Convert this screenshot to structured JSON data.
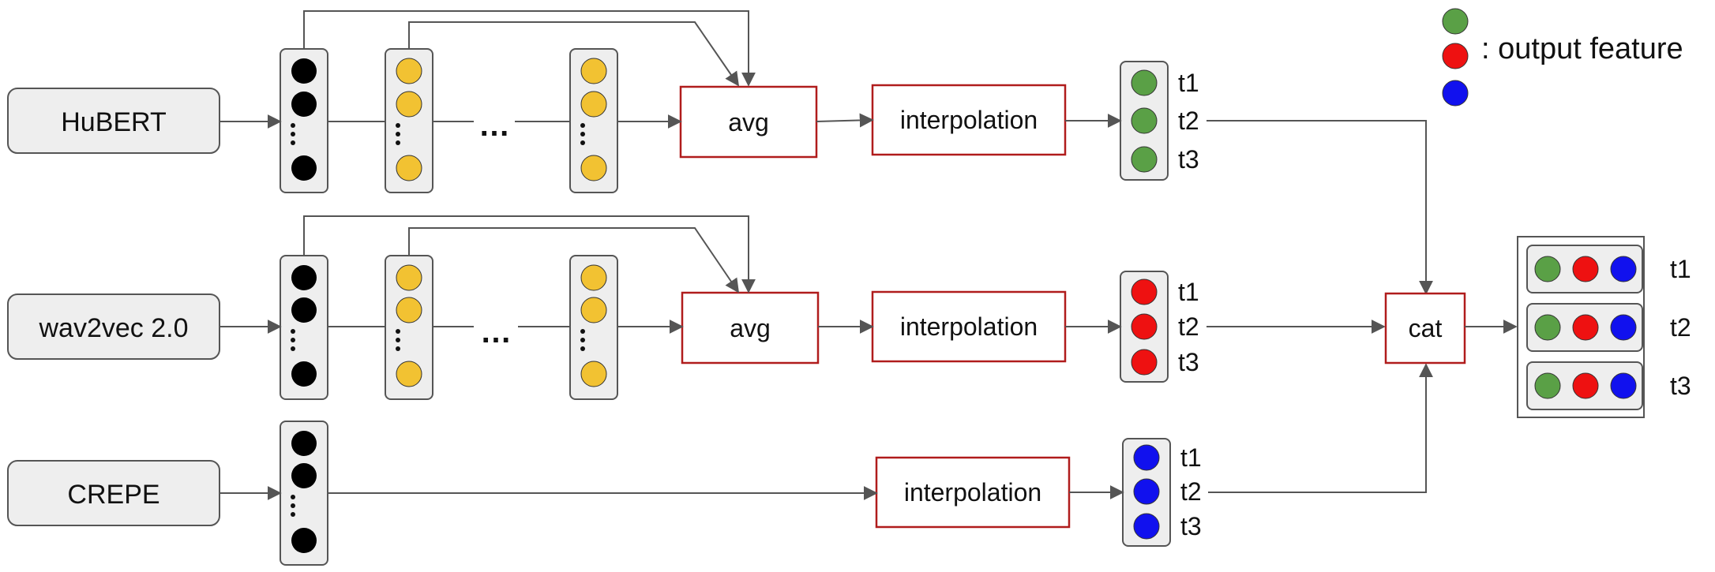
{
  "legend": {
    "text": ": output feature",
    "colors": [
      "#5aa046",
      "#ee1111",
      "#1111ee"
    ]
  },
  "ellipsis": "…",
  "timesteps": [
    "t1",
    "t2",
    "t3"
  ],
  "colors": {
    "black": "#000000",
    "yellow": "#f2c232",
    "green": "#5aa046",
    "red": "#ee1111",
    "blue": "#1111ee"
  },
  "rows": [
    {
      "model": "HuBERT",
      "op1": "avg",
      "op2": "interpolation",
      "feature_color": "#5aa046"
    },
    {
      "model": "wav2vec 2.0",
      "op1": "avg",
      "op2": "interpolation",
      "feature_color": "#ee1111"
    },
    {
      "model": "CREPE",
      "op2": "interpolation",
      "feature_color": "#1111ee"
    }
  ],
  "concat": {
    "label": "cat",
    "timesteps": [
      "t1",
      "t2",
      "t3"
    ]
  }
}
